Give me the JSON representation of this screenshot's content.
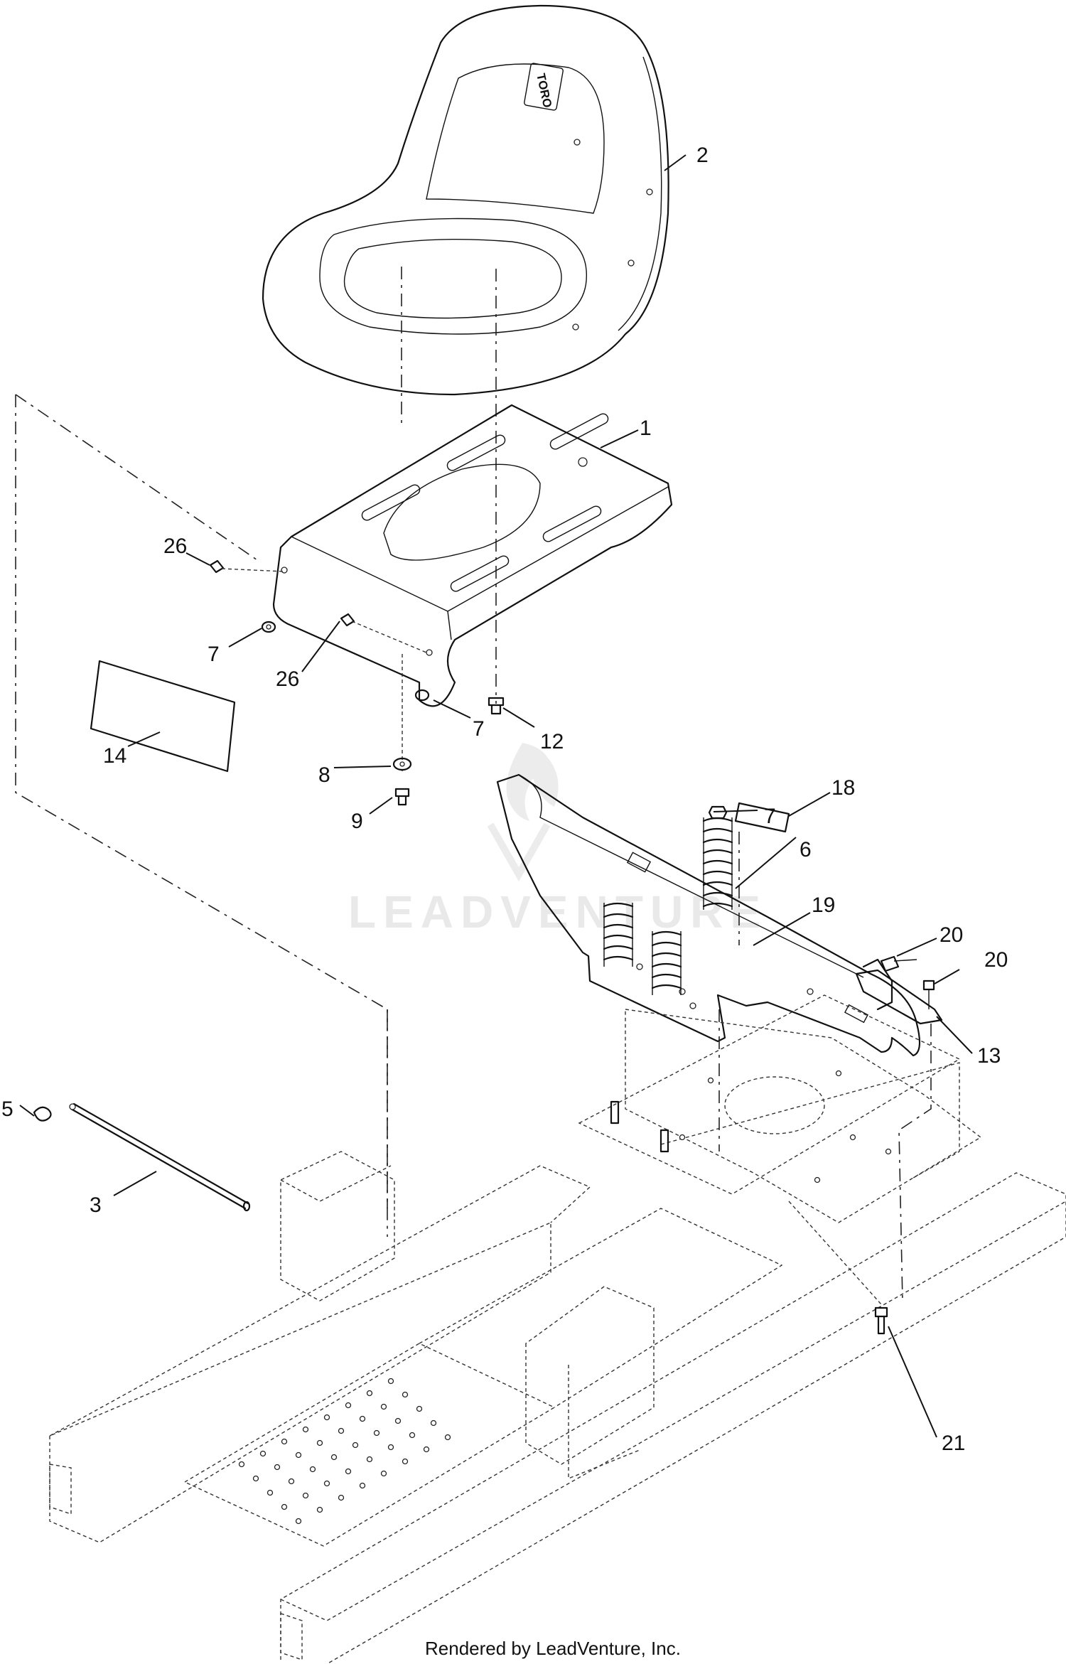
{
  "watermark": {
    "text": "LEADVENTURE"
  },
  "seat_logo": {
    "text": "TORO"
  },
  "footer": {
    "text": "Rendered by LeadVenture, Inc."
  },
  "callouts": [
    {
      "id": "c-2",
      "label": "2"
    },
    {
      "id": "c-1",
      "label": "1"
    },
    {
      "id": "c-26a",
      "label": "26"
    },
    {
      "id": "c-7a",
      "label": "7"
    },
    {
      "id": "c-26b",
      "label": "26"
    },
    {
      "id": "c-7b",
      "label": "7"
    },
    {
      "id": "c-12",
      "label": "12"
    },
    {
      "id": "c-14",
      "label": "14"
    },
    {
      "id": "c-8",
      "label": "8"
    },
    {
      "id": "c-9",
      "label": "9"
    },
    {
      "id": "c-18",
      "label": "18"
    },
    {
      "id": "c-7c",
      "label": "7"
    },
    {
      "id": "c-6",
      "label": "6"
    },
    {
      "id": "c-19",
      "label": "19"
    },
    {
      "id": "c-20a",
      "label": "20"
    },
    {
      "id": "c-20b",
      "label": "20"
    },
    {
      "id": "c-13",
      "label": "13"
    },
    {
      "id": "c-5",
      "label": "5"
    },
    {
      "id": "c-3",
      "label": "3"
    },
    {
      "id": "c-21",
      "label": "21"
    }
  ]
}
